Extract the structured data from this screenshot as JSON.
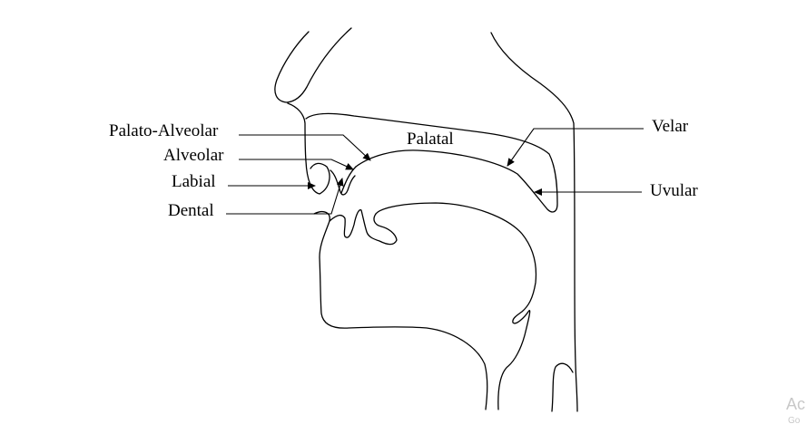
{
  "labels": {
    "palato_alveolar": "Palato-Alveolar",
    "alveolar": "Alveolar",
    "labial": "Labial",
    "dental": "Dental",
    "palatal": "Palatal",
    "velar": "Velar",
    "uvular": "Uvular"
  },
  "watermark": {
    "line1": "Ac",
    "line2": "Go"
  }
}
